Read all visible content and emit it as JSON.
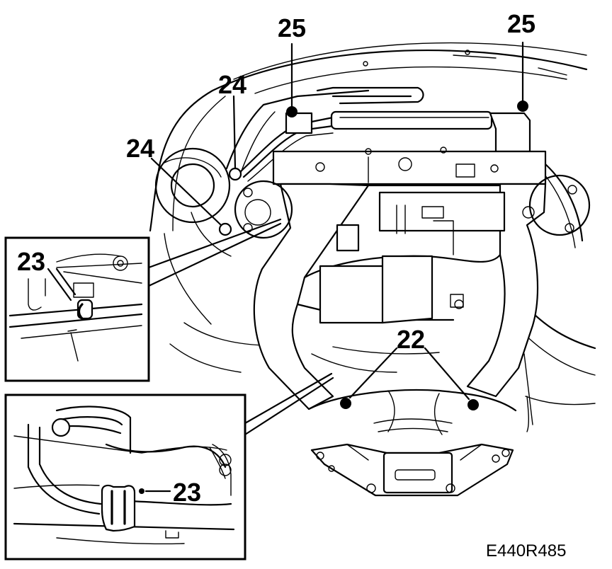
{
  "callouts": {
    "c25_left": "25",
    "c25_right": "25",
    "c24_upper": "24",
    "c24_lower": "24",
    "c23_top_inset": "23",
    "c23_bottom_inset": "23",
    "c22": "22"
  },
  "figure_id": "E440R485"
}
